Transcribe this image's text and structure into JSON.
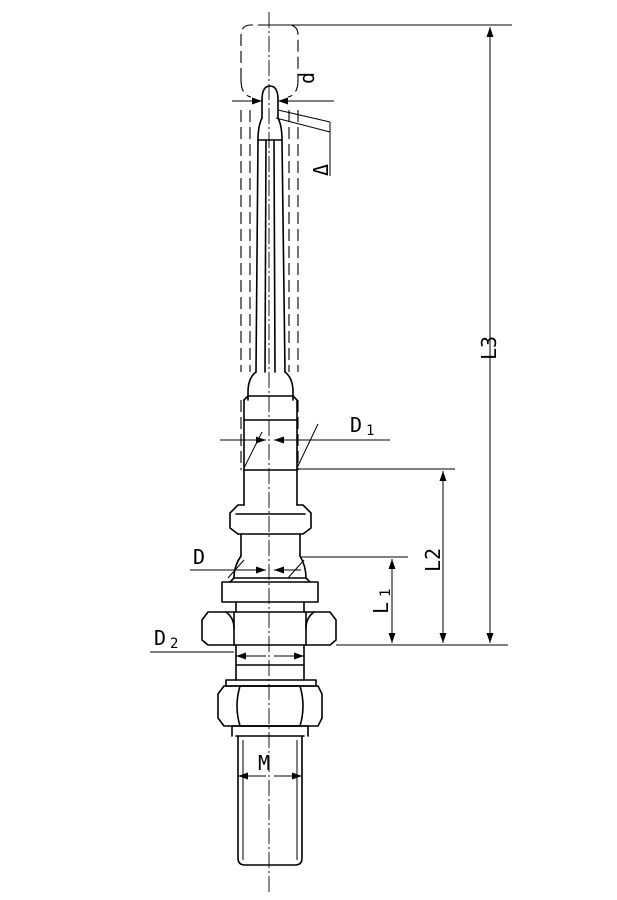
{
  "labels": {
    "d": "d",
    "delta": "Δ",
    "L3": "L3",
    "D1_main": "D",
    "D1_sub": "1",
    "L2": "L2",
    "D": "D",
    "L1_main": "L",
    "L1_sub": "1",
    "D2_main": "D",
    "D2_sub": "2",
    "M": "M"
  }
}
